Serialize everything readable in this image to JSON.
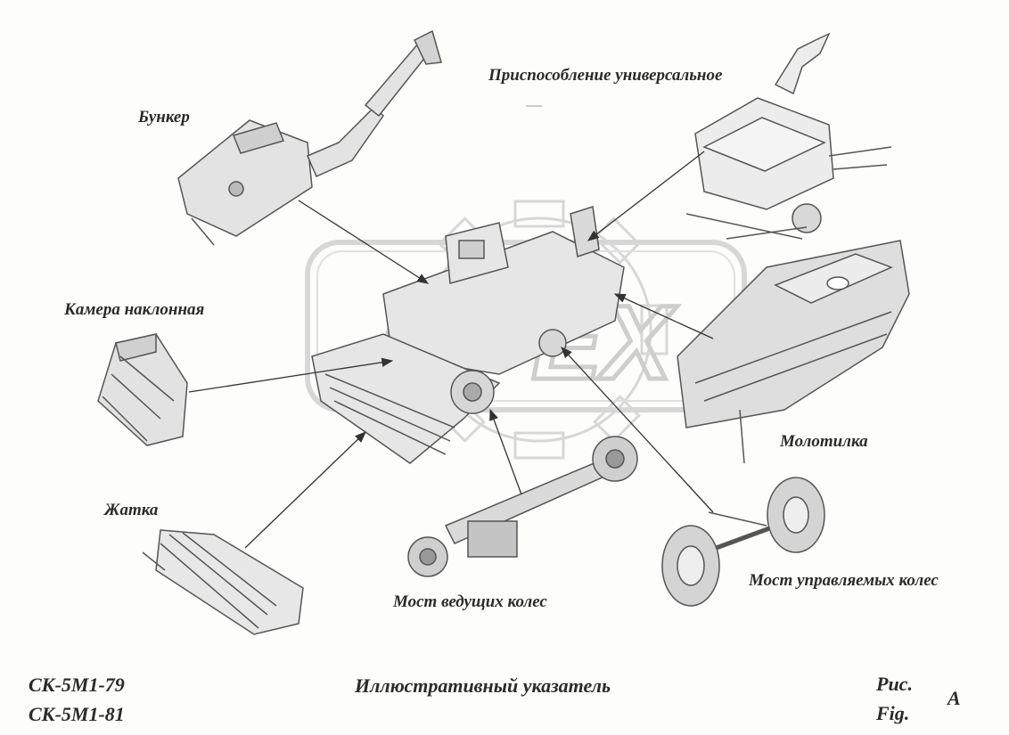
{
  "labels": {
    "bunker": "Бункер",
    "universal_attachment": "Приспособление универсальное",
    "inclined_chamber": "Камера наклонная",
    "thresher": "Молотилка",
    "header": "Жатка",
    "drive_axle": "Мост ведущих колес",
    "steered_axle": "Мост управляемых колес"
  },
  "footer": {
    "model_1": "СК-5М1-79",
    "model_2": "СК-5М1-81",
    "title": "Иллюстративный указатель",
    "fig_ru": "Рис.",
    "fig_en": "Fig.",
    "fig_letter": "А"
  },
  "watermark": {
    "text": "OPEX",
    "color": "#b5b5b5"
  },
  "colors": {
    "line": "#333333",
    "drawing": "#555555",
    "fill": "#e4e4e4",
    "text": "#2b2b2b"
  }
}
